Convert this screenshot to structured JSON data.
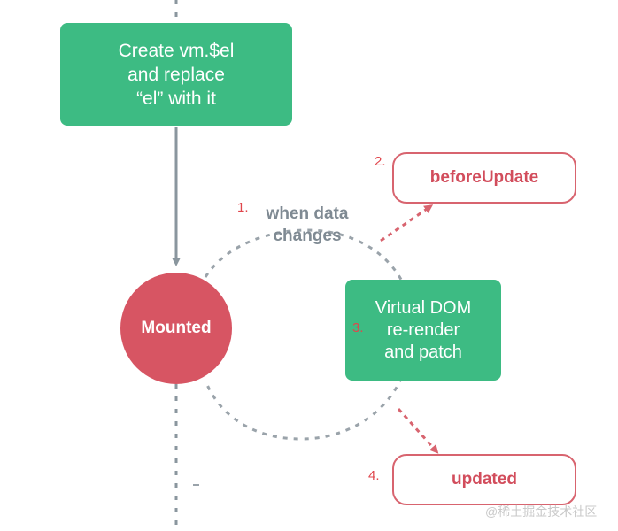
{
  "diagram": {
    "create_box": {
      "lines": [
        "Create vm.$el",
        "and replace",
        "“el” with it"
      ]
    },
    "mounted": "Mounted",
    "when_data": {
      "lines": [
        "when data",
        "changes"
      ]
    },
    "before_update": "beforeUpdate",
    "virtual_dom": {
      "lines": [
        "Virtual DOM",
        "re-render",
        "and patch"
      ]
    },
    "updated": "updated",
    "steps": [
      "1.",
      "2.",
      "3.",
      "4."
    ]
  },
  "watermark": "@稀土掘金技术社区",
  "colors": {
    "green": "#3dbb83",
    "red": "#d75563",
    "hook_border": "#d8646f",
    "dotted_gray": "#9aa3aa",
    "arrow_gray": "#8a969e",
    "arrow_red": "#d8646f"
  }
}
